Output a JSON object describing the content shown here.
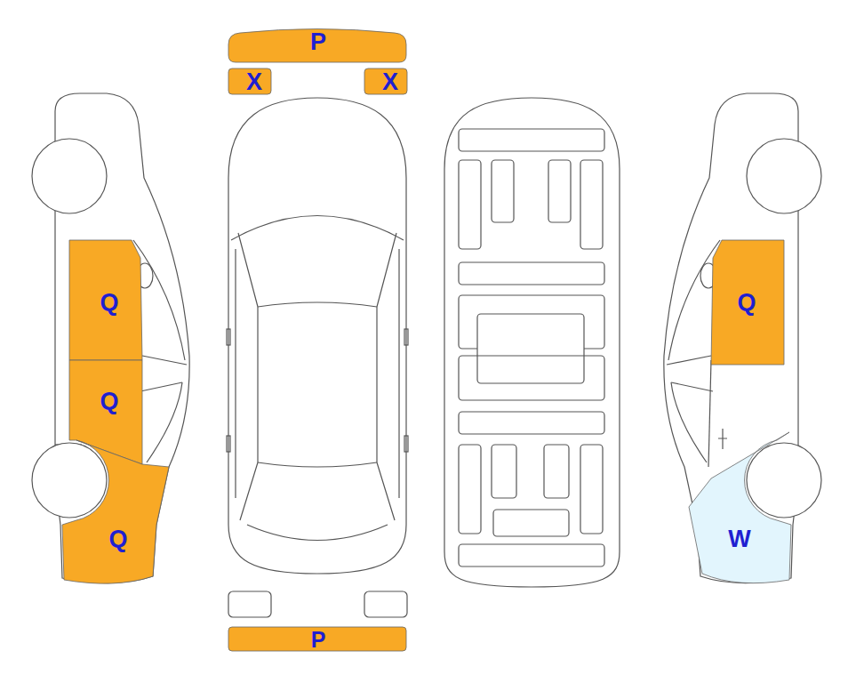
{
  "diagram": {
    "nodes": [
      {
        "text": [
          "P"
        ]
      },
      {
        "text": [
          "X"
        ]
      },
      {
        "text": [
          "X"
        ]
      },
      {
        "text": [
          "Q"
        ]
      },
      {
        "text": [
          "Q"
        ]
      },
      {
        "text": [
          "Q"
        ]
      },
      {
        "text": [
          "Q"
        ]
      },
      {
        "text": [
          "W"
        ]
      },
      {
        "text": [
          "P"
        ]
      }
    ]
  }
}
